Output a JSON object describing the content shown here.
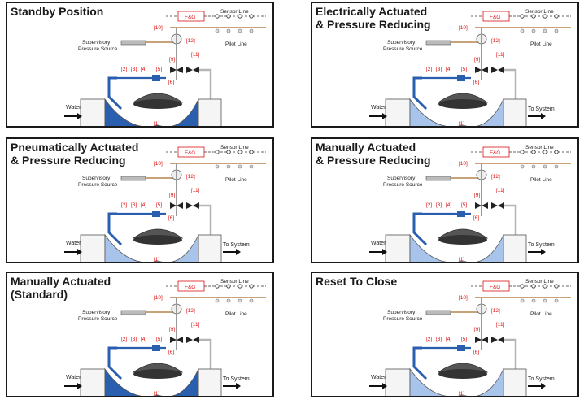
{
  "panels": [
    {
      "title": "Standby Position",
      "flow": "none"
    },
    {
      "title": "Electrically Actuated\n& Pressure Reducing",
      "flow": "to-system"
    },
    {
      "title": "Pneumatically Actuated\n& Pressure Reducing",
      "flow": "to-system"
    },
    {
      "title": "Manually Actuated\n& Pressure Reducing",
      "flow": "to-system"
    },
    {
      "title": "Manually Actuated\n(Standard)",
      "flow": "to-system"
    },
    {
      "title": "Reset To Close",
      "flow": "to-system"
    }
  ],
  "labels": {
    "fg": "F&G",
    "sensor_line": "Sensor Line",
    "pilot_line": "Pilot Line",
    "supervisory_1": "Supervisory",
    "supervisory_2": "Pressure Source",
    "water": "Water",
    "to_system": "To System"
  },
  "callouts": [
    "[1]",
    "[2]",
    "[3]",
    "[4]",
    "[5]",
    "[6]",
    "[9]",
    "[10]",
    "[11]",
    "[12]"
  ],
  "colors": {
    "water_blue": "#2a5fb0",
    "light_blue": "#a9c4ea",
    "callout_red": "#d11111",
    "pipe_tan": "#c9a27a"
  }
}
